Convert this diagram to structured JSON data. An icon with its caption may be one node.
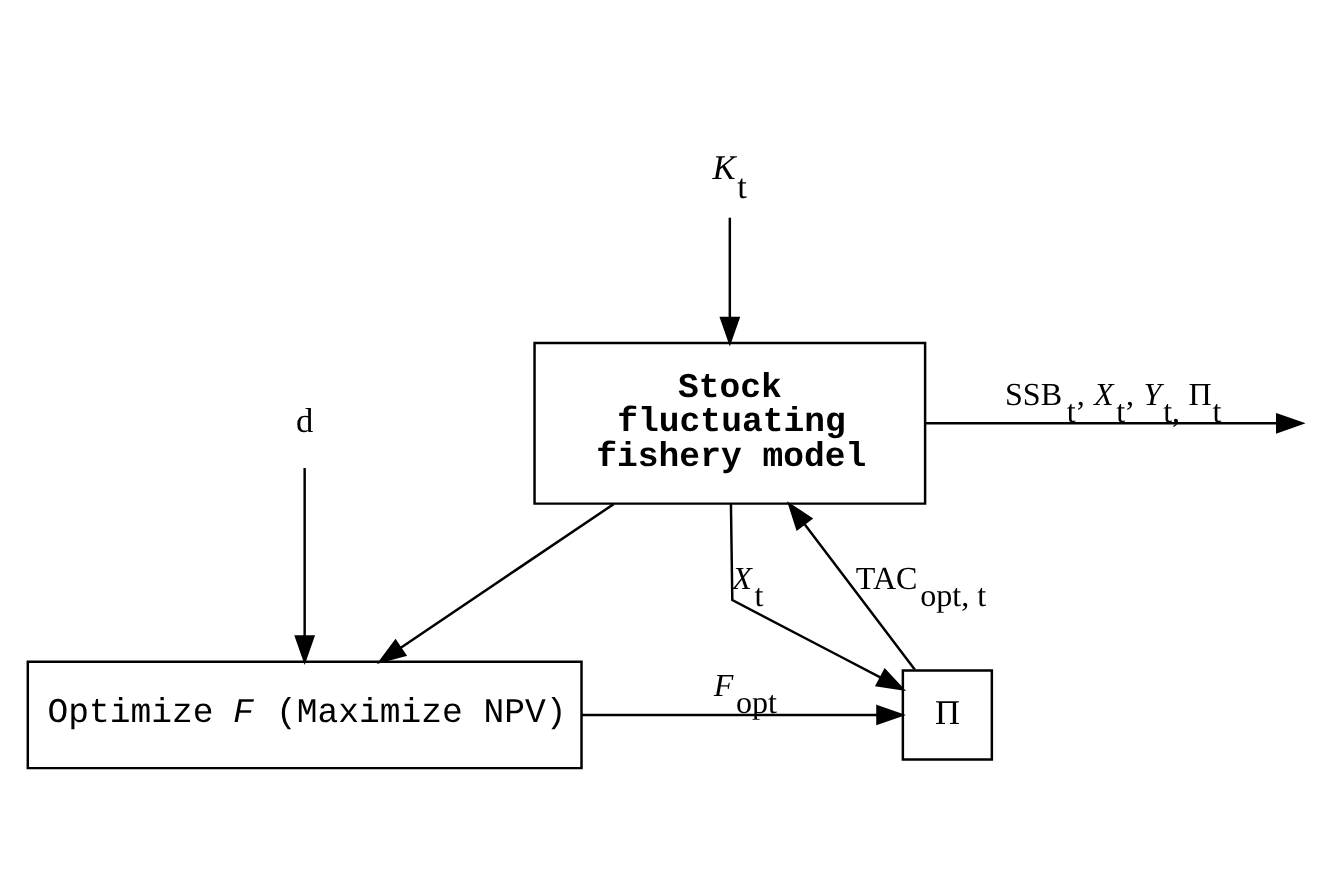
{
  "diagram": {
    "nodes": [
      {
        "text": [
          "Stock fluctuating fishery model"
        ]
      },
      {
        "text": [
          "Π"
        ]
      },
      {
        "text": [
          "Optimize *F* (Maximize NPV)"
        ]
      },
      {
        "text": [
          "*K*$_{t}$"
        ]
      },
      {
        "text": [
          "d"
        ]
      }
    ],
    "edges": [
      {
        "from": 3,
        "to": 0,
        "arrow": "to"
      },
      {
        "from": 0,
        "to": null,
        "arrow": "to",
        "label": "SSB$_{t}$, *X*$_{t}$, *Y*$_{t,}$ Π$_{t}$"
      },
      {
        "from": 0,
        "to": 1,
        "arrow": "to",
        "label": "*X*$_{t}$"
      },
      {
        "from": 0,
        "to": 2,
        "arrow": "to"
      },
      {
        "from": 4,
        "to": 2,
        "arrow": "to"
      },
      {
        "from": 2,
        "to": 1,
        "arrow": "to",
        "label": "*F*$_{opt}$"
      },
      {
        "from": 1,
        "to": 0,
        "arrow": "to",
        "label": "TAC$_{opt, t}$"
      }
    ]
  }
}
